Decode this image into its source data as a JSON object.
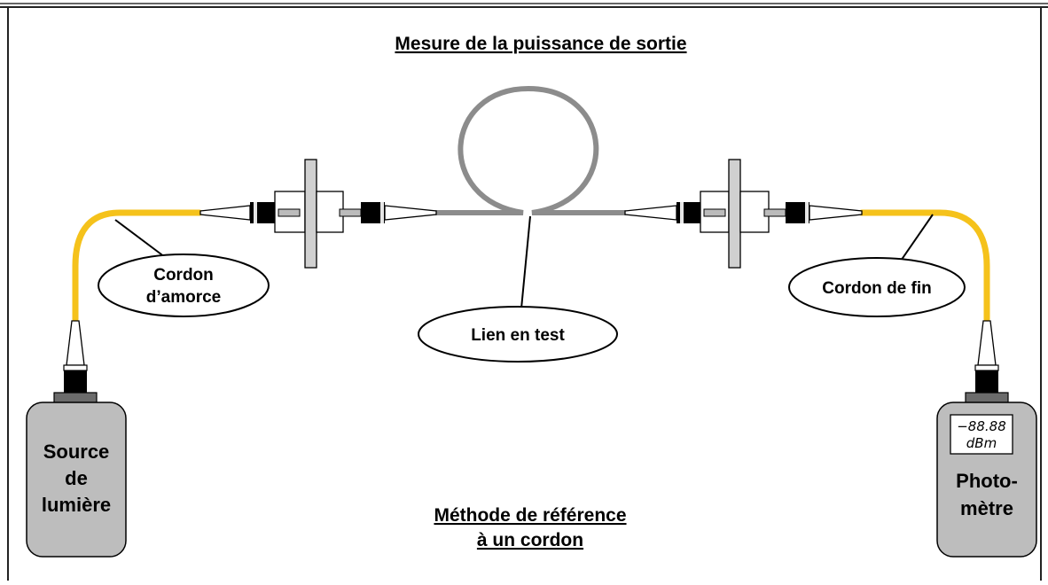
{
  "title": "Mesure de la puissance de sortie",
  "subtitle": {
    "line1": "Méthode de référence",
    "line2": "à un cordon"
  },
  "labels": {
    "launch_cord": {
      "line1": "Cordon",
      "line2": "d’amorce"
    },
    "link_under_test": "Lien en test",
    "tail_cord": "Cordon de fin"
  },
  "source": {
    "line1": "Source",
    "line2": "de",
    "line3": "lumière"
  },
  "meter": {
    "line1": "Photo-",
    "line2": "mètre",
    "display_value": "−88.88",
    "display_unit": "dBm"
  },
  "colors": {
    "fiber_cord": "#f5c21b",
    "fiber_link": "#8c8c8c",
    "device_body": "#bdbdbd",
    "device_cap": "#6b6b6b"
  }
}
